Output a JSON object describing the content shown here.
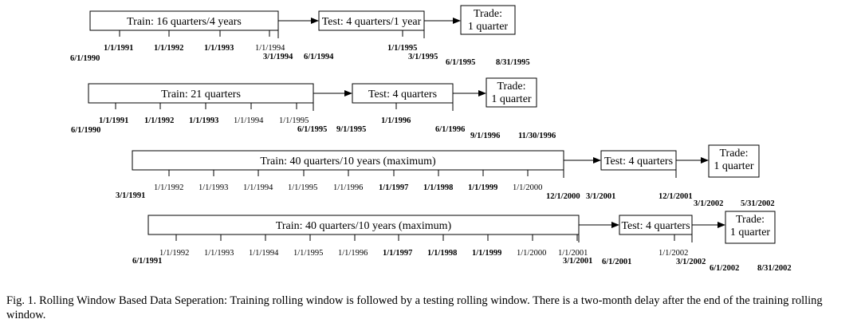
{
  "rows": [
    {
      "train_label": "Train: 16 quarters/4 years",
      "test_label": "Test: 4 quarters/1 year",
      "trade_label": [
        "Trade:",
        "1 quarter"
      ],
      "train_start": "6/1/1990",
      "train_ticks": [
        "1/1/1991",
        "1/1/1992",
        "1/1/1993",
        "1/1/1994"
      ],
      "train_end": "3/1/1994",
      "test_start": "6/1/1994",
      "test_ticks": [
        "1/1/1995"
      ],
      "test_end": "3/1/1995",
      "trade_start": "6/1/1995",
      "trade_end": "8/31/1995"
    },
    {
      "train_label": "Train: 21 quarters",
      "test_label": "Test: 4 quarters",
      "trade_label": [
        "Trade:",
        "1 quarter"
      ],
      "train_start": "6/1/1990",
      "train_ticks": [
        "1/1/1991",
        "1/1/1992",
        "1/1/1993",
        "1/1/1994",
        "1/1/1995"
      ],
      "train_end": "6/1/1995",
      "test_start": "9/1/1995",
      "test_ticks": [
        "1/1/1996"
      ],
      "test_end": "6/1/1996",
      "trade_start": "9/1/1996",
      "trade_end": "11/30/1996"
    },
    {
      "train_label": "Train: 40 quarters/10 years (maximum)",
      "test_label": "Test: 4 quarters",
      "trade_label": [
        "Trade:",
        "1 quarter"
      ],
      "train_start": "3/1/1991",
      "train_ticks": [
        "1/1/1992",
        "1/1/1993",
        "1/1/1994",
        "1/1/1995",
        "1/1/1996",
        "1/1/1997",
        "1/1/1998",
        "1/1/1999",
        "1/1/2000"
      ],
      "train_end": "12/1/2000",
      "test_start": "3/1/2001",
      "test_ticks": [],
      "test_end": "12/1/2001",
      "trade_start": "3/1/2002",
      "trade_end": "5/31/2002"
    },
    {
      "train_label": "Train: 40 quarters/10 years (maximum)",
      "test_label": "Test: 4 quarters",
      "trade_label": [
        "Trade:",
        "1 quarter"
      ],
      "train_start": "6/1/1991",
      "train_ticks": [
        "1/1/1992",
        "1/1/1993",
        "1/1/1994",
        "1/1/1995",
        "1/1/1996",
        "1/1/1997",
        "1/1/1998",
        "1/1/1999",
        "1/1/2000",
        "1/1/2001"
      ],
      "train_end": "3/1/2001",
      "test_start": "6/1/2001",
      "test_ticks": [
        "1/1/2002"
      ],
      "test_end": "3/1/2002",
      "trade_start": "6/1/2002",
      "trade_end": "8/31/2002"
    }
  ],
  "caption": "Fig. 1.   Rolling Window Based Data Seperation: Training rolling window is followed by a testing rolling window. There is a two-month delay after the end of the training rolling window."
}
